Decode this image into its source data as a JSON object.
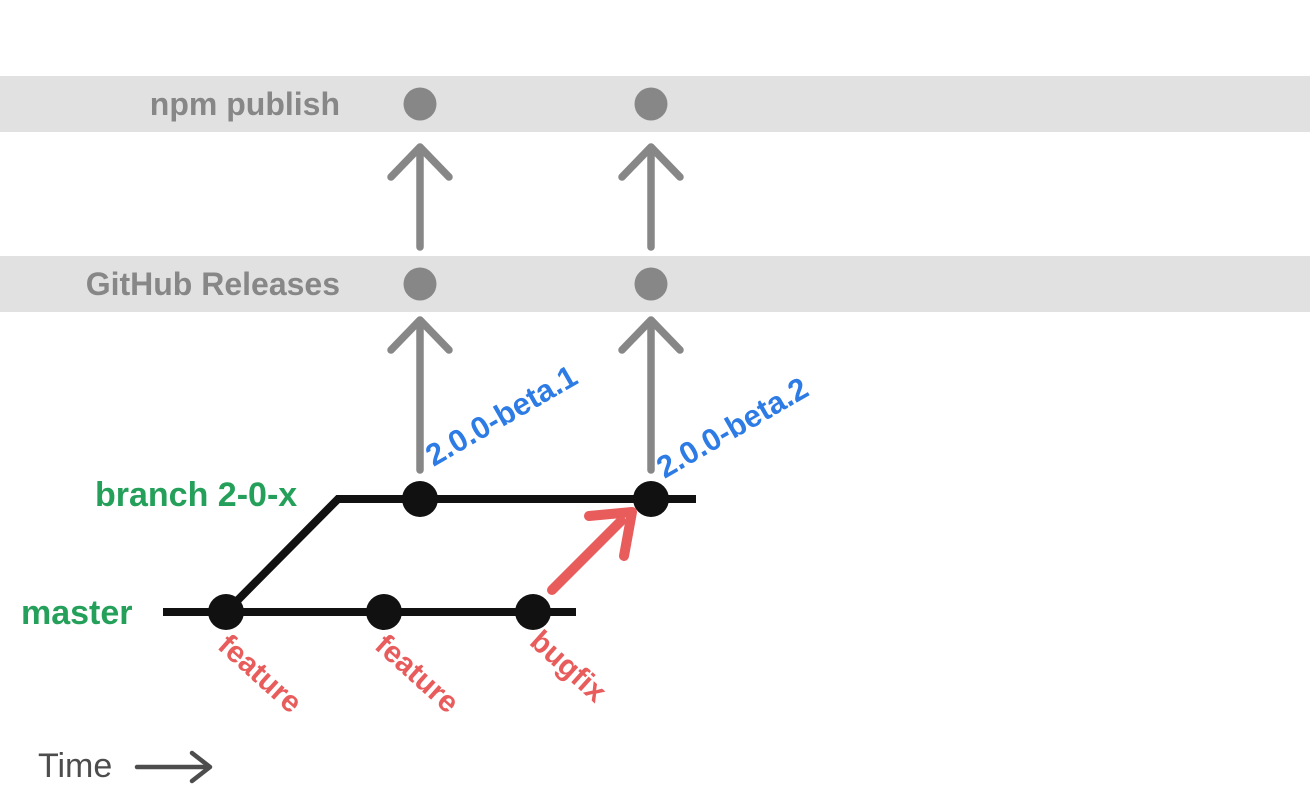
{
  "colors": {
    "band_bg": "#e1e1e1",
    "gray": "#878787",
    "black": "#111111",
    "green": "#24a05a",
    "red": "#e85c5c",
    "blue": "#2d7be5",
    "dark_gray": "#4d4d4d"
  },
  "publish_rows": {
    "npm": {
      "label": "npm publish"
    },
    "github": {
      "label": "GitHub Releases"
    }
  },
  "branches": {
    "branch_2_0_x": {
      "label": "branch 2-0-x"
    },
    "master": {
      "label": "master"
    }
  },
  "release_tags": {
    "beta1": "2.0.0-beta.1",
    "beta2": "2.0.0-beta.2"
  },
  "commit_labels": {
    "feature1": "feature",
    "feature2": "feature",
    "bugfix": "bugfix"
  },
  "time_axis": {
    "label": "Time"
  }
}
